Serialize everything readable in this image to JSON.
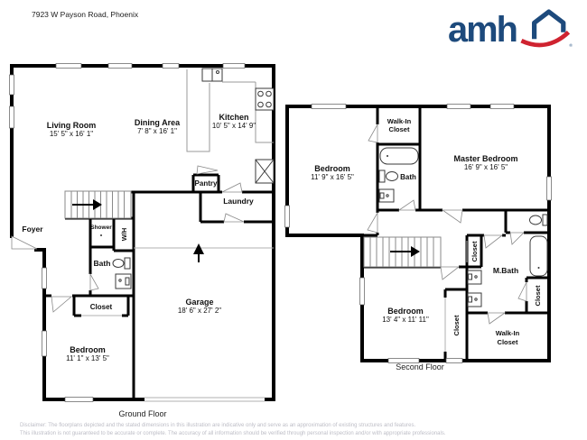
{
  "meta": {
    "address": "7923 W Payson Road, Phoenix",
    "brand": "amh",
    "brand_mark": "®",
    "brand_navy": "#1d4a7c",
    "brand_red": "#cf2330"
  },
  "ground": {
    "floor_label": "Ground Floor",
    "living": {
      "name": "Living Room",
      "dims": "15' 5\" x 16' 1\""
    },
    "dining": {
      "name": "Dining Area",
      "dims": "7' 8\" x 16' 1\""
    },
    "kitchen": {
      "name": "Kitchen",
      "dims": "10' 5\" x 14' 9\""
    },
    "pantry": {
      "name": "Pantry"
    },
    "laundry": {
      "name": "Laundry"
    },
    "foyer": {
      "name": "Foyer"
    },
    "shower": {
      "name": "Shower"
    },
    "wh": {
      "name": "W/H"
    },
    "bath": {
      "name": "Bath"
    },
    "closet": {
      "name": "Closet"
    },
    "bedroom": {
      "name": "Bedroom",
      "dims": "11' 1\" x 13' 5\""
    },
    "garage": {
      "name": "Garage",
      "dims": "18' 6\" x 27' 2\""
    }
  },
  "second": {
    "floor_label": "Second Floor",
    "bedroom_left": {
      "name": "Bedroom",
      "dims": "11' 9\" x 16' 5\""
    },
    "walkin_top": {
      "line1": "Walk-In",
      "line2": "Closet"
    },
    "bath": {
      "name": "Bath"
    },
    "master": {
      "name": "Master Bedroom",
      "dims": "16' 9\" x 16' 5\""
    },
    "closet_stairs": {
      "name": "Closet"
    },
    "mbath": {
      "name": "M.Bath"
    },
    "closet_mbath": {
      "name": "Closet"
    },
    "bedroom_bottom": {
      "name": "Bedroom",
      "dims": "13' 4\" x 11' 11\""
    },
    "closet_bedroom": {
      "name": "Closet"
    },
    "walkin_bottom": {
      "line1": "Walk-In",
      "line2": "Closet"
    }
  },
  "disclaimer": {
    "line1": "Disclaimer: The floorplans depicted and the stated dimensions in this illustration are indicative only and serve as an approximation of existing structures and features.",
    "line2": "This illustration is not guaranteed to be accurate or complete. The accuracy of all information should be verified through personal inspection and/or with appropriate professionals."
  }
}
